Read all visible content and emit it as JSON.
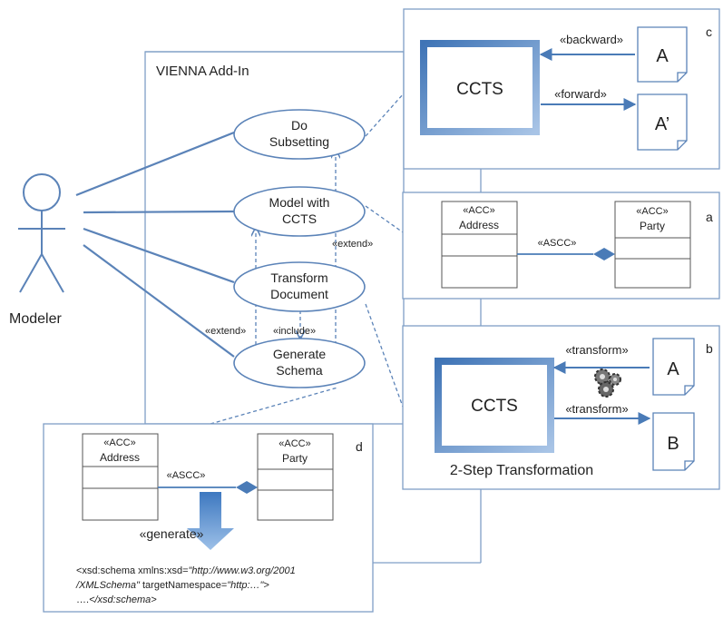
{
  "actor": {
    "label": "Modeler"
  },
  "addin": {
    "title": "VIENNA Add-In"
  },
  "use_cases": [
    {
      "line1": "Do",
      "line2": "Subsetting"
    },
    {
      "line1": "Model with",
      "line2": "CCTS"
    },
    {
      "line1": "Transform",
      "line2": "Document"
    },
    {
      "line1": "Generate",
      "line2": "Schema"
    }
  ],
  "stereotypes": {
    "extend": "«extend»",
    "include": "«include»"
  },
  "panel_c": {
    "letter": "c",
    "ccts": "CCTS",
    "backward": "«backward»",
    "forward": "«forward»",
    "doc_a": "A",
    "doc_a_prime": "A’"
  },
  "panel_a": {
    "letter": "a",
    "class1": {
      "stereo": "«ACC»",
      "name": "Address"
    },
    "class2": {
      "stereo": "«ACC»",
      "name": "Party"
    },
    "assoc": "«ASCC»"
  },
  "panel_b": {
    "letter": "b",
    "ccts": "CCTS",
    "transform1": "«transform»",
    "transform2": "«transform»",
    "doc_a": "A",
    "doc_b": "B",
    "caption": "2-Step Transformation"
  },
  "panel_d": {
    "letter": "d",
    "class1": {
      "stereo": "«ACC»",
      "name": "Address"
    },
    "class2": {
      "stereo": "«ACC»",
      "name": "Party"
    },
    "assoc": "«ASCC»",
    "generate": "«generate»",
    "code": {
      "l1a": "<xsd:schema xmlns:xsd=",
      "l1b": "\"http://www.w3.org/2001",
      "l2a": "/XMLSchema\"",
      "l2b": " targetNamespace=",
      "l2c": "\"http:…\"",
      "l2d": ">",
      "l3a": "….",
      "l3b": "</xsd:schema>"
    }
  },
  "colors": {
    "line": "#5b83b8",
    "panel": "#7f9fc6",
    "ccts_fill": "#ffffff",
    "ccts_border": "#4a7bb7"
  }
}
